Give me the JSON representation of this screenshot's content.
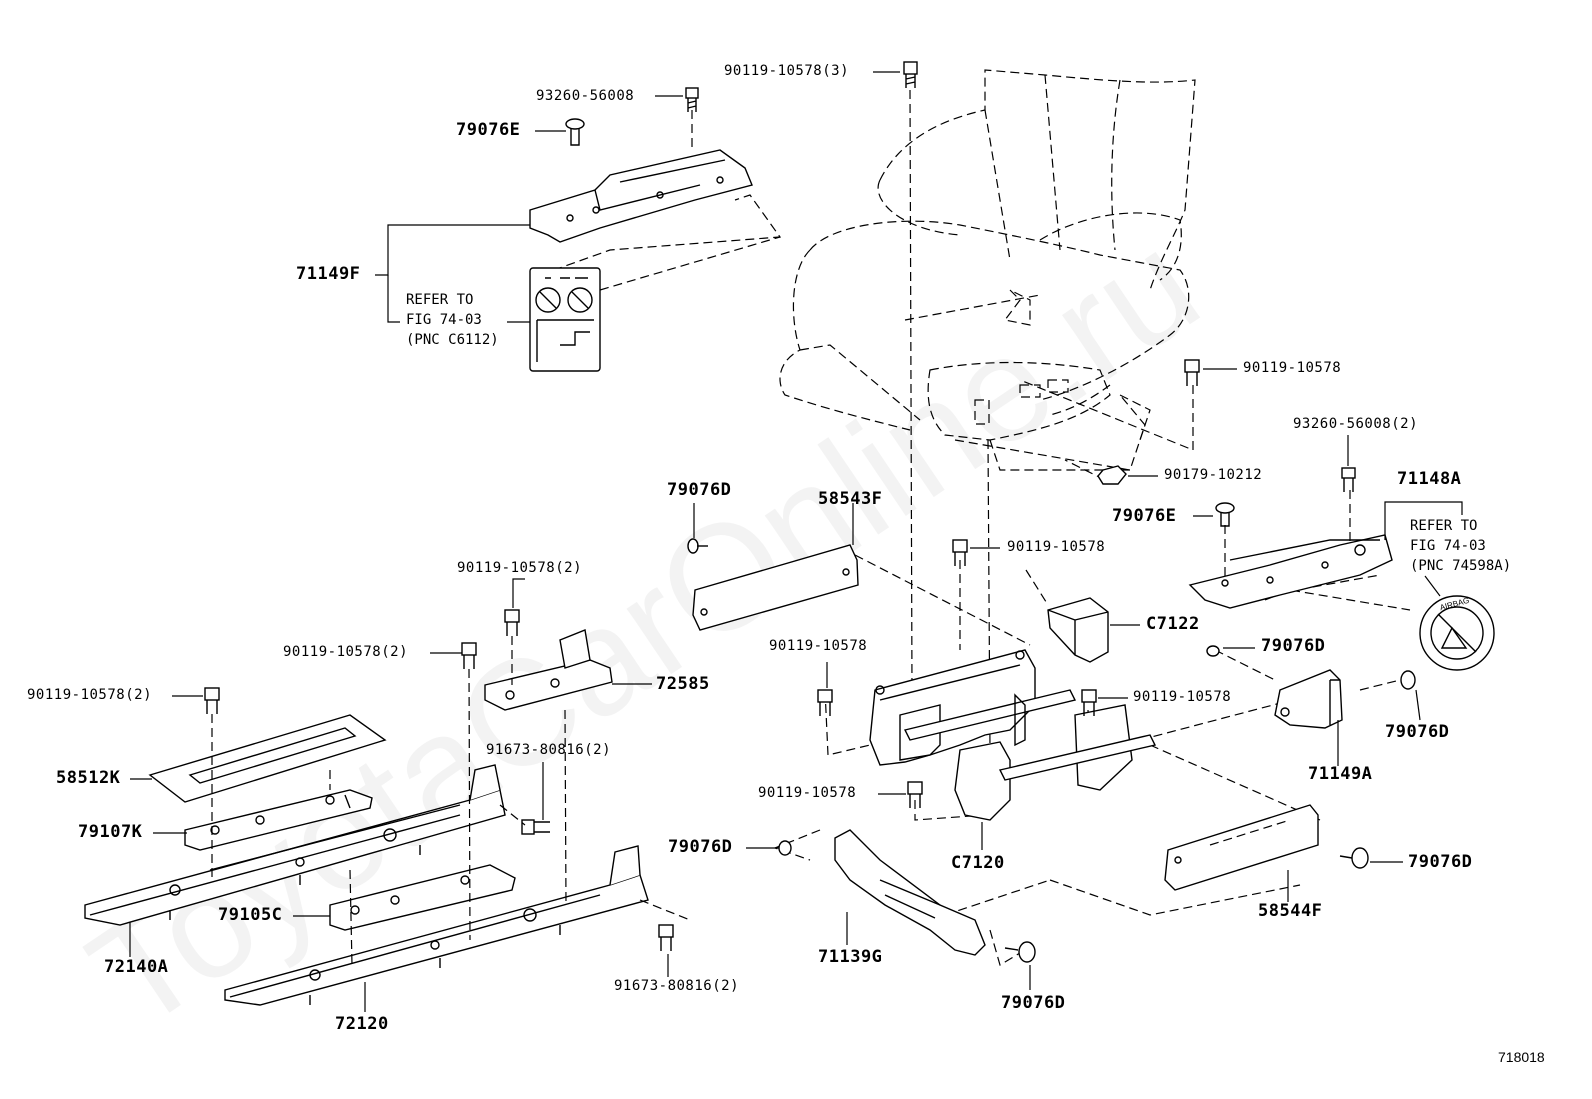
{
  "watermark": "ToyotaCarOnline.ru",
  "figure_number": "718018",
  "labels": {
    "l01": "90119-10578(3)",
    "l02": "93260-56008",
    "l03": "79076E",
    "l04": "71149F",
    "l05": "REFER TO\nFIG 74-03\n(PNC C6112)",
    "l06": "90119-10578",
    "l07": "93260-56008(2)",
    "l08": "90179-10212",
    "l09": "79076E",
    "l10": "71148A",
    "l11": "REFER TO\nFIG 74-03\n(PNC 74598A)",
    "l12": "79076D",
    "l13": "58543F",
    "l14": "90119-10578",
    "l15": "90119-10578(2)",
    "l16": "90119-10578(2)",
    "l17": "72585",
    "l18": "C7122",
    "l19": "79076D",
    "l20": "90119-10578",
    "l21": "90119-10578(2)",
    "l22": "90119-10578",
    "l23": "79076D",
    "l24": "91673-80816(2)",
    "l25": "58512K",
    "l26": "71149A",
    "l27": "79107K",
    "l28": "90119-10578",
    "l29": "C7120",
    "l30": "79076D",
    "l31": "79076D",
    "l32": "79105C",
    "l33": "58544F",
    "l34": "72140A",
    "l35": "71139G",
    "l36": "91673-80816(2)",
    "l37": "79076D",
    "l38": "72120"
  },
  "label_icon": {
    "text": "AIRBAG"
  }
}
